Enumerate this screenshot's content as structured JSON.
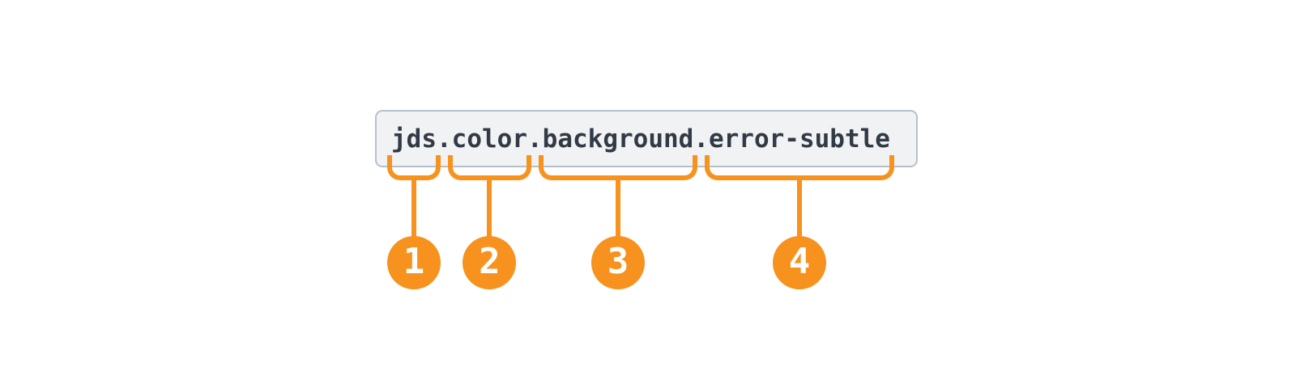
{
  "page": {
    "background": "#FFFFFF"
  },
  "token_box": {
    "full_token": "jds.color.background.error-subtle",
    "separator": "."
  },
  "segments": [
    {
      "text": "jds",
      "label": "1"
    },
    {
      "text": "color",
      "label": "2"
    },
    {
      "text": "background",
      "label": "3"
    },
    {
      "text": "error-subtle",
      "label": "4"
    }
  ],
  "colors": {
    "accent_orange": "#F7921E",
    "box_background": "#F1F2F3",
    "box_border": "#B6C0CC",
    "token_text": "#323A46",
    "badge_number_text": "#FFFFFF",
    "page_background": "#FFFFFF"
  }
}
